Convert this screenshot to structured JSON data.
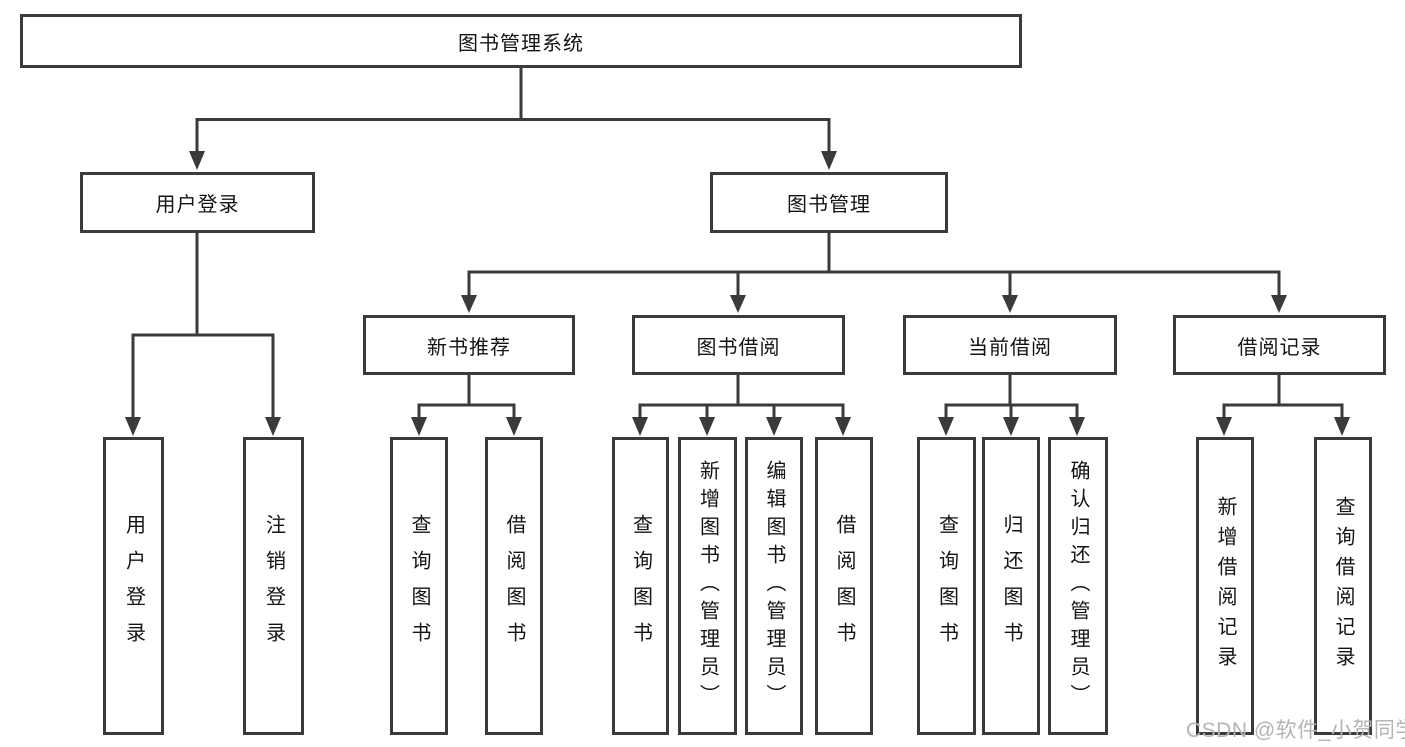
{
  "diagram_title": "图书管理系统",
  "colors": {
    "line": "#3a3a3a",
    "box_border": "#3a3a3a",
    "box_fill": "#ffffff",
    "text": "#141414",
    "watermark": "#b4b4b4",
    "background": "#ffffff"
  },
  "watermark": "CSDN @软件_小贺同学",
  "tree": {
    "root": "图书管理系统",
    "branches": [
      {
        "label": "用户登录",
        "children": [
          "用户登录",
          "注销登录"
        ]
      },
      {
        "label": "图书管理",
        "children": [
          {
            "label": "新书推荐",
            "children": [
              "查询图书",
              "借阅图书"
            ]
          },
          {
            "label": "图书借阅",
            "children": [
              "查询图书",
              "新增图书（管理员）",
              "编辑图书（管理员）",
              "借阅图书"
            ]
          },
          {
            "label": "当前借阅",
            "children": [
              "查询图书",
              "归还图书",
              "确认归还（管理员）"
            ]
          },
          {
            "label": "借阅记录",
            "children": [
              "新增借阅记录",
              "查询借阅记录"
            ]
          }
        ]
      }
    ]
  }
}
